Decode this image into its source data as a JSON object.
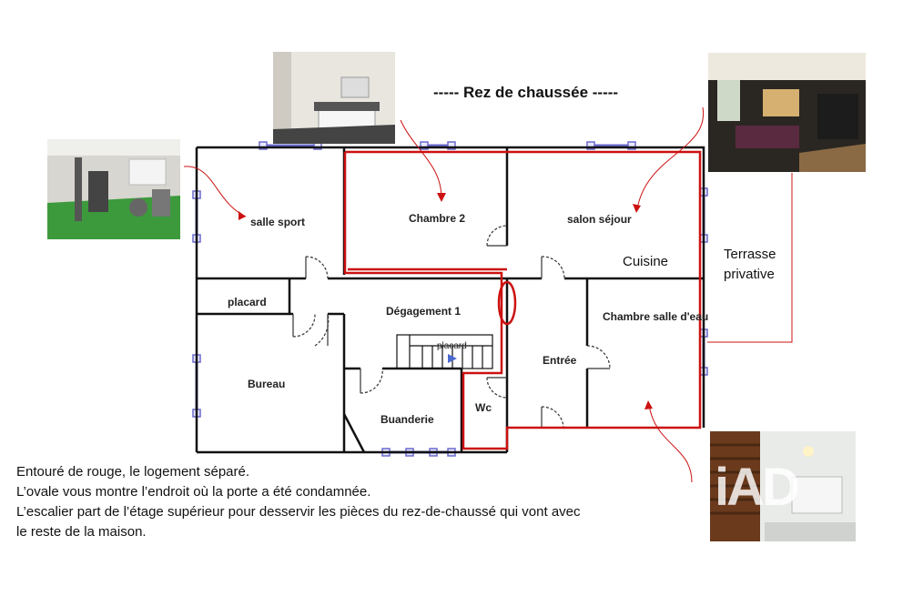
{
  "title": "-----  Rez de chaussée  -----",
  "rooms": {
    "salle_sport": "salle sport",
    "chambre2": "Chambre 2",
    "salon": "salon séjour",
    "cuisine": "Cuisine",
    "terrasse_line1": "Terrasse",
    "terrasse_line2": "privative",
    "placard1": "placard",
    "degagement": "Dégagement 1",
    "placard2": "placard",
    "chambre_eau": "Chambre salle d'eau",
    "bureau": "Bureau",
    "entree": "Entrée",
    "wc": "Wc",
    "buanderie": "Buanderie"
  },
  "notes": [
    "Entouré de rouge, le logement séparé.",
    "L’ovale vous montre l’endroit où la porte a été condamnée.",
    "L’escalier part de l’étage supérieur pour desservir les pièces du rez-de-chaussé qui vont avec",
    "le reste de la maison."
  ],
  "watermark": "iAD",
  "colors": {
    "wall": "#111111",
    "accent": "#cc1111",
    "window": "#6a6acc"
  }
}
